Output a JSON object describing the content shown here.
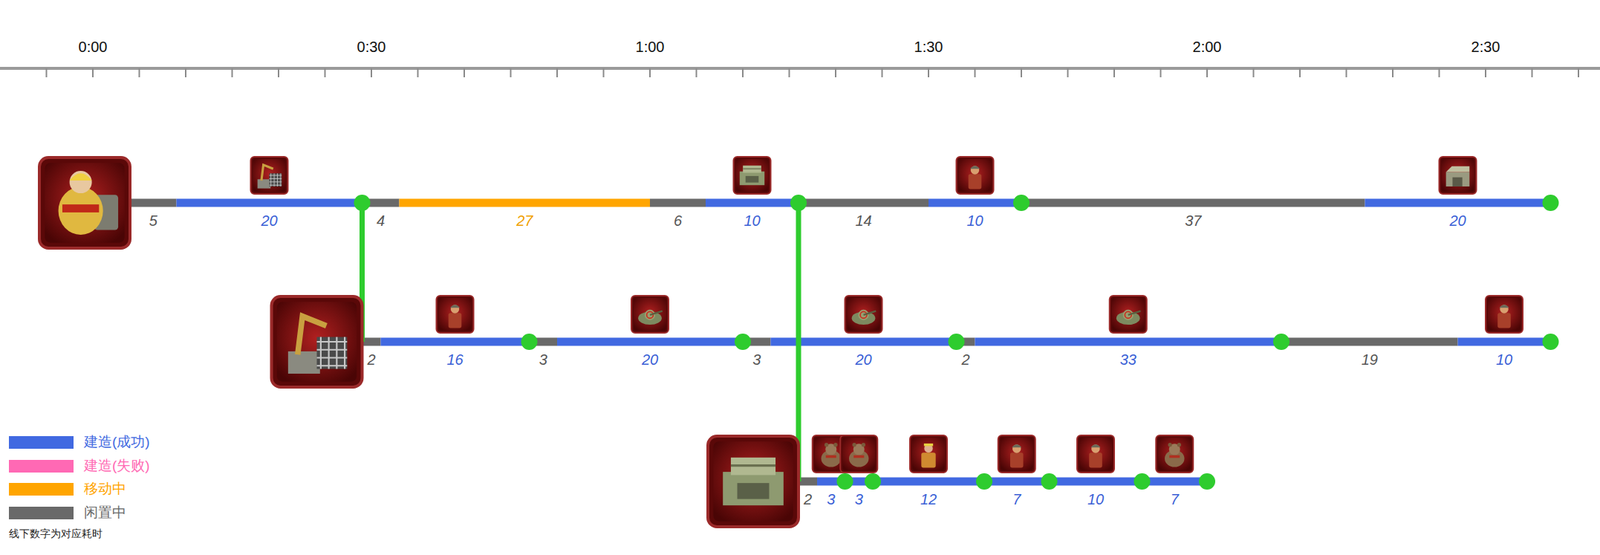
{
  "diagram": {
    "labels": [
      "0:00",
      "0:30",
      "1:00",
      "1:30",
      "2:00",
      "2:30",
      "5",
      "20",
      "4",
      "27",
      "6",
      "10",
      "14",
      "10",
      "37",
      "20",
      "2",
      "16",
      "3",
      "20",
      "3",
      "20",
      "2",
      "33",
      "19",
      "10",
      "2",
      "3",
      "3",
      "12",
      "7",
      "10",
      "7",
      "线下数字为对应耗时"
    ],
    "legend": [
      {
        "text": "建造(成功)",
        "color": "#4169e1"
      },
      {
        "text": "建造(失败)",
        "color": "#ff69b4"
      },
      {
        "text": "移动中",
        "color": "#ffa500"
      },
      {
        "text": "闲置中",
        "color": "#696969"
      }
    ]
  }
}
